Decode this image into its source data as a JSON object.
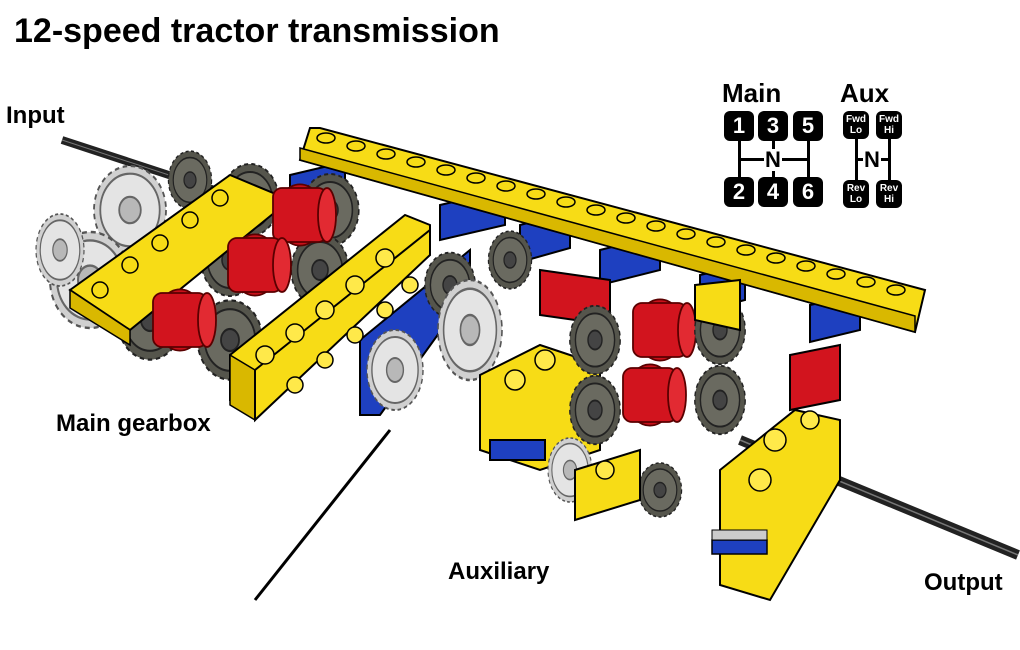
{
  "title": "12-speed tractor transmission",
  "labels": {
    "input": "Input",
    "main_gearbox": "Main gearbox",
    "auxiliary": "Auxiliary",
    "output": "Output"
  },
  "shift_pattern": {
    "main": {
      "heading": "Main",
      "top": [
        "1",
        "3",
        "5"
      ],
      "bottom": [
        "2",
        "4",
        "6"
      ],
      "neutral": "N"
    },
    "aux": {
      "heading": "Aux",
      "top": [
        [
          "Fwd",
          "Lo"
        ],
        [
          "Fwd",
          "Hi"
        ]
      ],
      "bottom": [
        [
          "Rev",
          "Lo"
        ],
        [
          "Rev",
          "Hi"
        ]
      ],
      "neutral": "N"
    }
  },
  "colors": {
    "yellow": "#f7dc16",
    "red": "#d2141e",
    "blue": "#1e40c0",
    "dark_gray": "#5a5a52",
    "light_gray": "#d4d4d4",
    "axle": "#222222"
  }
}
